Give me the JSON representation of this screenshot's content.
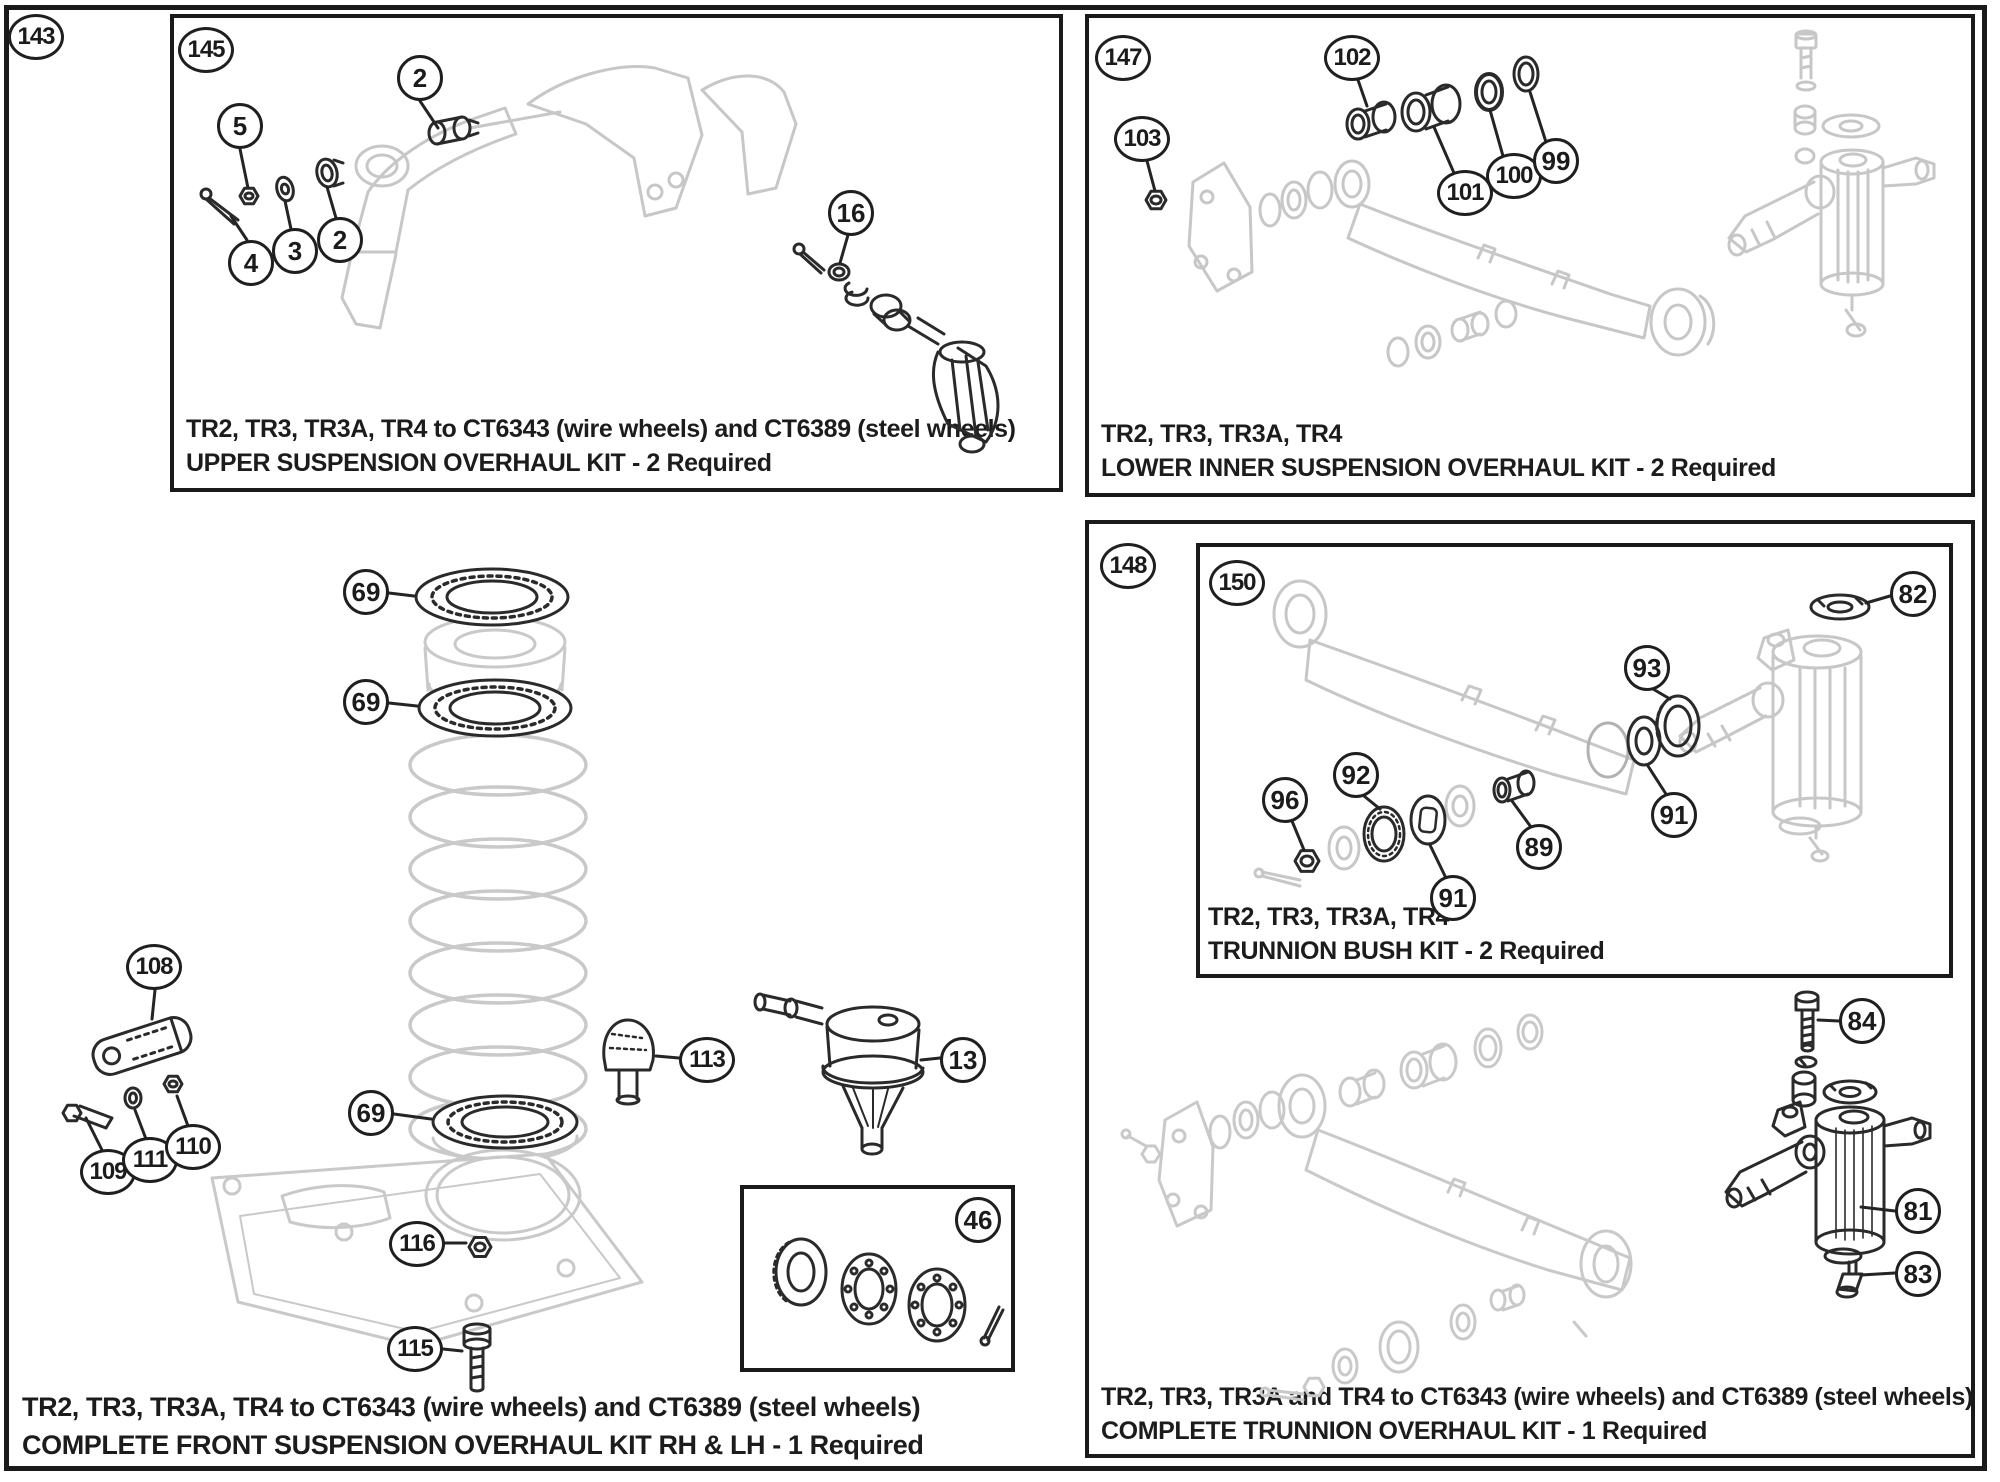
{
  "page": {
    "number": "143"
  },
  "colors": {
    "ink": "#2a2a2a",
    "faded_line": "#c7c7c7",
    "paper": "#ffffff"
  },
  "kits": {
    "upper": {
      "fig": "145",
      "line1": "TR2, TR3, TR3A, TR4 to CT6343 (wire wheels) and CT6389 (steel wheels)",
      "line2": "UPPER SUSPENSION OVERHAUL KIT - 2 Required"
    },
    "lower_inner": {
      "fig": "147",
      "line1": "TR2, TR3, TR3A, TR4",
      "line2": "LOWER INNER SUSPENSION OVERHAUL KIT - 2 Required"
    },
    "trunnion_bush": {
      "fig": "150",
      "line1": "TR2, TR3, TR3A, TR4",
      "line2": "TRUNNION BUSH KIT - 2 Required"
    },
    "trunnion_overhaul": {
      "fig": "148",
      "line1": "TR2, TR3, TR3A and TR4 to CT6343 (wire wheels) and CT6389 (steel wheels)",
      "line2": "COMPLETE TRUNNION OVERHAUL KIT - 1 Required"
    },
    "front_suspension": {
      "line1": "TR2, TR3, TR3A, TR4 to CT6343 (wire wheels) and CT6389 (steel wheels)",
      "line2": "COMPLETE FRONT SUSPENSION OVERHAUL KIT RH & LH - 1 Required"
    },
    "wheel_bearings": {
      "fig": "46"
    }
  },
  "co": {
    "b145": [
      "2",
      "5",
      "4",
      "3",
      "2",
      "16"
    ],
    "b147": [
      "103",
      "102",
      "101",
      "100",
      "99"
    ],
    "b150": [
      "82",
      "93",
      "91",
      "92",
      "96",
      "91",
      "89"
    ],
    "b148": [
      "84",
      "81",
      "83"
    ],
    "main": [
      "69",
      "69",
      "69",
      "108",
      "109",
      "111",
      "110",
      "113",
      "13",
      "116",
      "115"
    ]
  }
}
